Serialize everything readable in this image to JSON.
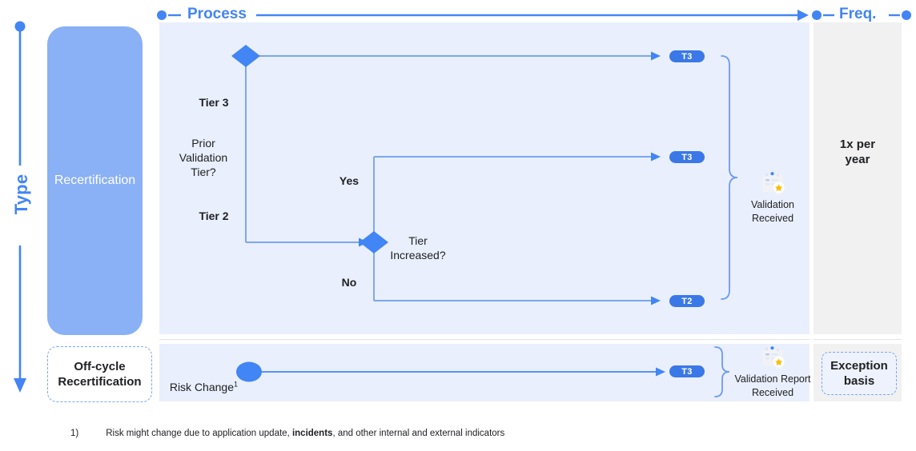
{
  "axes": {
    "type": {
      "label": "Type",
      "color": "#4285f4"
    },
    "process": {
      "label": "Process",
      "color": "#4285f4"
    },
    "freq": {
      "label": "Freq.",
      "color": "#4285f4"
    }
  },
  "type_blocks": {
    "recertification": "Recertification",
    "offcycle": "Off-cycle\nRecertification"
  },
  "flow": {
    "decision1": {
      "label": "Prior\nValidation\nTier?",
      "branch_top": "Tier 3",
      "branch_bottom": "Tier 2"
    },
    "decision2": {
      "label": "Tier\nIncreased?",
      "branch_top": "Yes",
      "branch_bottom": "No"
    },
    "badges": {
      "t3_top": "T3",
      "t3_yes": "T3",
      "t2_no": "T2",
      "t3_risk": "T3"
    },
    "outcome_main": "Validation\nReceived",
    "risk_change": {
      "label": "Risk Change",
      "superscript": "1"
    },
    "outcome_offcycle": "Validation Report\nReceived"
  },
  "frequency": {
    "recertification": "1x per\nyear",
    "offcycle": "Exception\nbasis"
  },
  "footnote": {
    "marker": "1)",
    "text_before": "Risk might change due to application update, ",
    "text_bold": "incidents",
    "text_after": ", and other internal and external indicators"
  },
  "colors": {
    "accent": "#4285f4",
    "panel_process": "#e9effc",
    "panel_freq": "#f1f1f1",
    "block_fill": "#8ab0f5",
    "line": "#6b9bf0",
    "badge": "#3b78e7"
  }
}
